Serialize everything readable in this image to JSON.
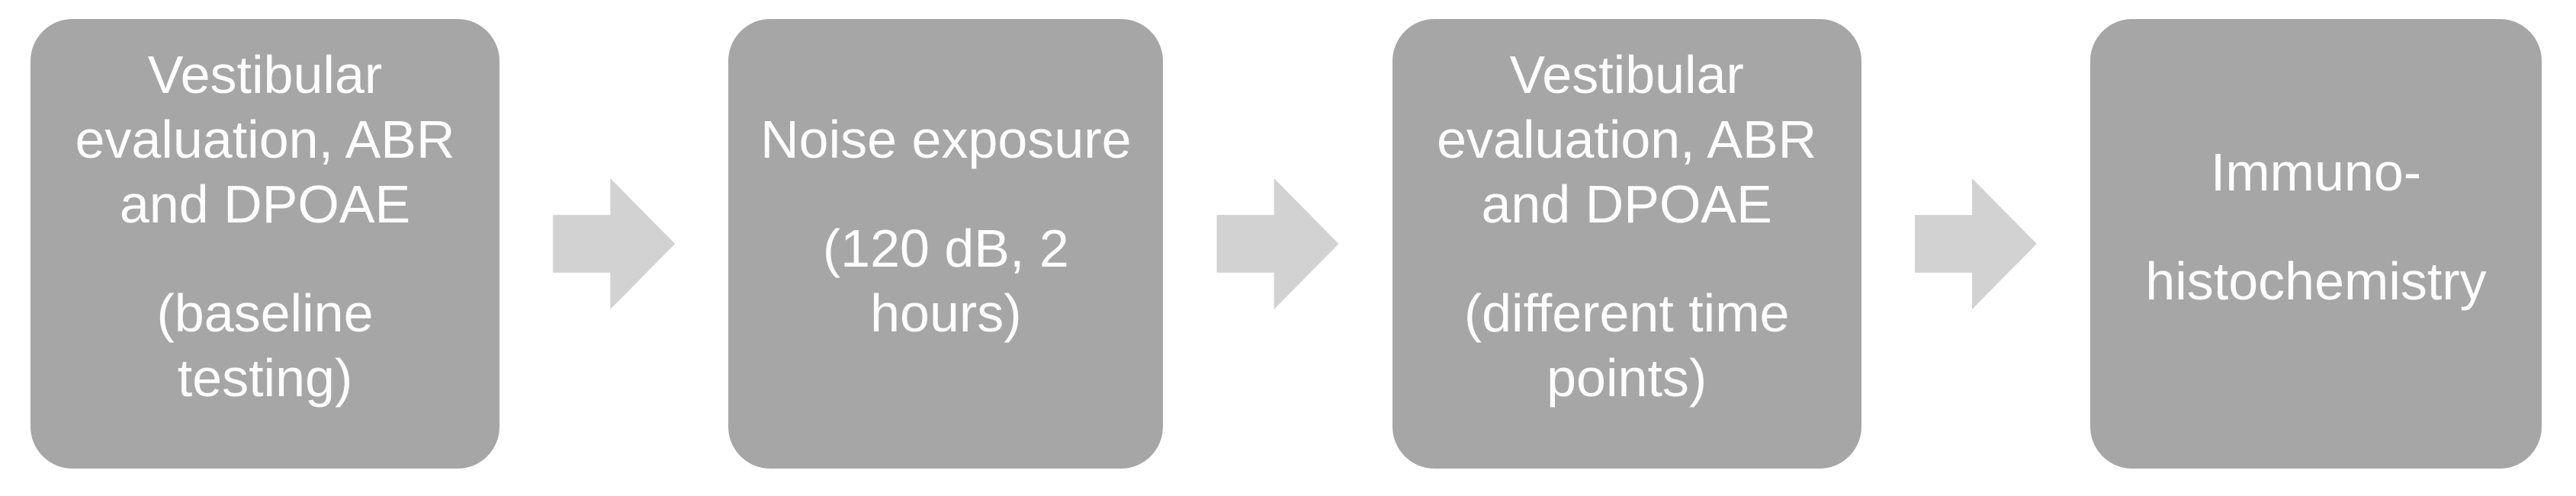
{
  "figure": {
    "type": "process-flowchart",
    "background_color": "#ffffff",
    "box_fill_color": "#a6a6a6",
    "arrow_fill_color": "#d2d2d2",
    "text_color": "#fdfdfd"
  },
  "steps": [
    {
      "name": "baseline-testing",
      "full_text": "Vestibular evaluation, ABR and DPOAE (baseline testing)",
      "paragraphs": [
        {
          "text": "Vestibular evaluation, ABR and DPOAE",
          "lines": [
            "Vestibular",
            "evaluation, ABR",
            "and DPOAE"
          ]
        },
        {
          "text": "(baseline testing)",
          "lines": [
            "(baseline",
            "testing)"
          ]
        }
      ]
    },
    {
      "name": "noise-exposure",
      "full_text": "Noise exposure (120 dB, 2 hours)",
      "paragraphs": [
        {
          "text": "Noise exposure",
          "lines": [
            "Noise exposure"
          ]
        },
        {
          "text": "(120 dB, 2 hours)",
          "lines": [
            "(120 dB, 2",
            "hours)"
          ]
        }
      ]
    },
    {
      "name": "post-exposure-testing",
      "full_text": "Vestibular evaluation, ABR and DPOAE (different time points)",
      "paragraphs": [
        {
          "text": "Vestibular evaluation, ABR and DPOAE",
          "lines": [
            "Vestibular",
            "evaluation, ABR",
            "and DPOAE"
          ]
        },
        {
          "text": "(different time points)",
          "lines": [
            "(different time",
            "points)"
          ]
        }
      ]
    },
    {
      "name": "immunohistochemistry",
      "full_text": "Immuno-histochemistry",
      "paragraphs": [
        {
          "text": "Immuno-",
          "lines": [
            "Immuno-"
          ]
        },
        {
          "text": "histochemistry",
          "lines": [
            "histochemistry"
          ]
        }
      ]
    }
  ],
  "connectors": [
    {
      "type": "right-arrow"
    },
    {
      "type": "right-arrow"
    },
    {
      "type": "right-arrow"
    }
  ]
}
